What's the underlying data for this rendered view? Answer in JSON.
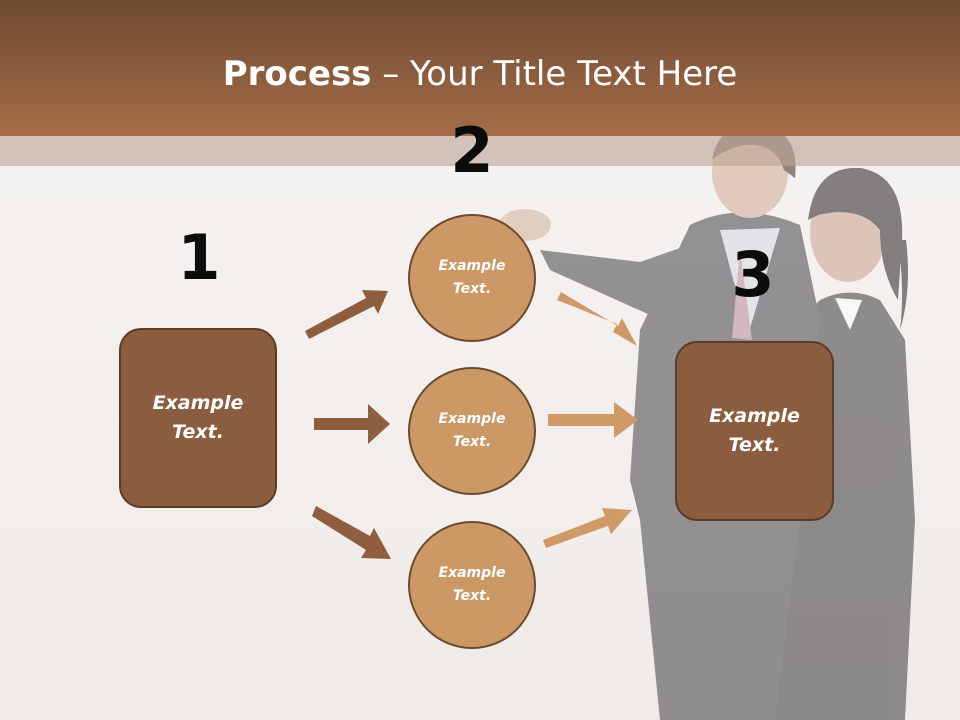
{
  "title": {
    "bold": "Process",
    "rest": " – Your Title Text Here"
  },
  "steps": {
    "one": {
      "number": "1",
      "box_text": "Example Text."
    },
    "two": {
      "number": "2",
      "circles": [
        {
          "text": "Example Text."
        },
        {
          "text": "Example Text."
        },
        {
          "text": "Example Text."
        }
      ]
    },
    "three": {
      "number": "3",
      "box_text": "Example Text."
    }
  },
  "colors": {
    "header": "#8b5d3e",
    "box_fill": "#8b5c3d",
    "circle_fill": "#cc9866",
    "arrow_dark": "#8e5e3f",
    "arrow_light": "#d09a68"
  }
}
